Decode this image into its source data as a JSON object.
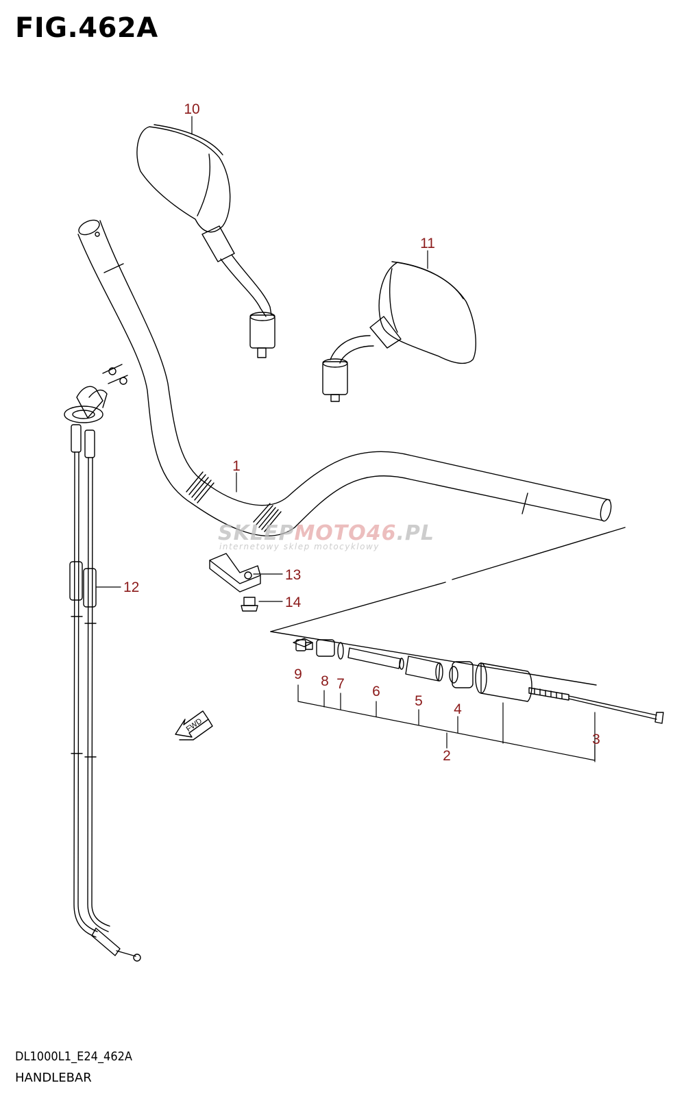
{
  "figure": {
    "title": "FIG.462A",
    "model_code": "DL1000L1_E24_462A",
    "section": "HANDLEBAR"
  },
  "watermark": {
    "brand_part1": "SKLEP",
    "brand_part2": "MOTO",
    "brand_part3": "46",
    "brand_part4": ".PL",
    "tagline": "internetowy sklep motocyklowy"
  },
  "fwd_label": "FWD",
  "colors": {
    "line": "#000000",
    "callout": "#8b1a1a",
    "watermark": "#c9c9c9"
  },
  "callouts": [
    "1",
    "2",
    "3",
    "4",
    "5",
    "6",
    "7",
    "8",
    "9",
    "10",
    "11",
    "12",
    "13",
    "14"
  ]
}
